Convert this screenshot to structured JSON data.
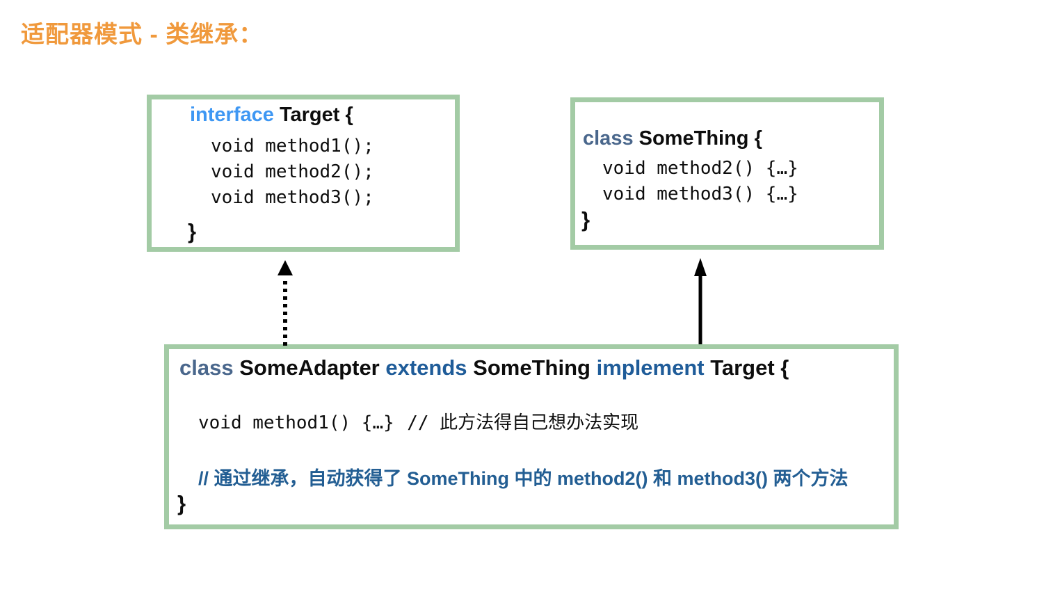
{
  "title": "适配器模式 - 类继承：",
  "palette": {
    "title_orange": "#F0993C",
    "box_border_green": "#A3CBA5",
    "interface_keyword_blue": "#3E97F3",
    "class_keyword_slate": "#4A678C",
    "extends_implement_blue": "#1F5C99",
    "comment_blue": "#235E93",
    "code_black": "#0d0d0d"
  },
  "target_box": {
    "keyword": "interface",
    "name": "Target {",
    "lines": [
      "void method1();",
      "void method2();",
      "void method3();"
    ],
    "close": "}"
  },
  "something_box": {
    "keyword": "class",
    "name": "SomeThing {",
    "lines": [
      "void method2() {…}",
      "void method3() {…}"
    ],
    "close": "}"
  },
  "adapter_box": {
    "kw_class": "class",
    "class_name": "SomeAdapter",
    "kw_extends": "extends",
    "parent_name": "SomeThing",
    "kw_implement": "implement",
    "interface_name": "Target {",
    "method_code": "void method1() {…}",
    "method_comment": "// 此方法得自己想办法实现",
    "inheritance_comment": "// 通过继承，自动获得了 SomeThing 中的 method2() 和 method3() 两个方法",
    "close": "}"
  },
  "arrows": {
    "implements": {
      "style": "dotted"
    },
    "extends": {
      "style": "solid"
    }
  }
}
